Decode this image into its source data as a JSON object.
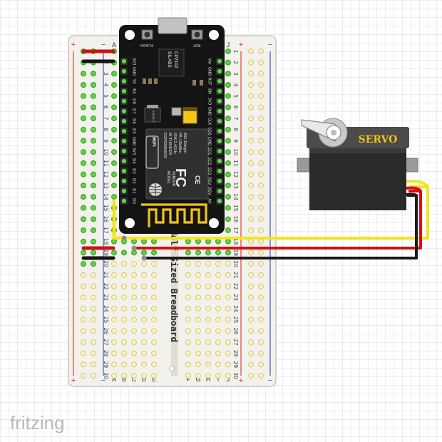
{
  "breadboard": {
    "columns_left": [
      "A",
      "B",
      "C",
      "D",
      "E"
    ],
    "columns_right": [
      "F",
      "G",
      "H",
      "I",
      "J"
    ],
    "rows": [
      "1",
      "2",
      "3",
      "4",
      "5",
      "6",
      "7",
      "8",
      "9",
      "10",
      "11",
      "12",
      "13",
      "14",
      "15",
      "16",
      "17",
      "18",
      "19",
      "20",
      "21",
      "22",
      "23",
      "24",
      "25",
      "26",
      "27",
      "28",
      "29",
      "30"
    ],
    "rail_plus": "+",
    "rail_minus": "−",
    "label": "Half Sized Breadboard"
  },
  "board": {
    "chip_brand": "SILABS",
    "chip_model": "CP2102",
    "module_line1": "ESP8266MOD",
    "module_line2": "AI-THINKER",
    "module_line3": "ISM 2.4GHz",
    "module_line4": "PA +25dBm",
    "module_line5": "802.11b/g/n",
    "model_label": "MODEL",
    "vendor_label": "VENDOR",
    "wifi_label": "WiFi",
    "fc_label": "FC",
    "ce_label": "CE",
    "flash_label": "FLASH",
    "rst_label": "RST",
    "chip_small": "AMS1117",
    "left_pins": [
      "D0",
      "D1",
      "D2",
      "D3",
      "D4",
      "3V3",
      "GND",
      "D5",
      "D6",
      "D7",
      "D8",
      "RX",
      "TX",
      "GND",
      "3V3"
    ],
    "right_pins": [
      "A0",
      "RSV",
      "RSV",
      "SD3",
      "SD2",
      "SD1",
      "CMD",
      "SD0",
      "CLK",
      "GND",
      "3V3",
      "EN",
      "RST",
      "GND",
      "Vin"
    ]
  },
  "servo": {
    "label": "SERVO"
  },
  "wires": {
    "signal_color": "#f4e51c",
    "power_color": "#d80f0f",
    "ground_color": "#1a1a1a"
  },
  "logo": {
    "text": "fritzing"
  }
}
